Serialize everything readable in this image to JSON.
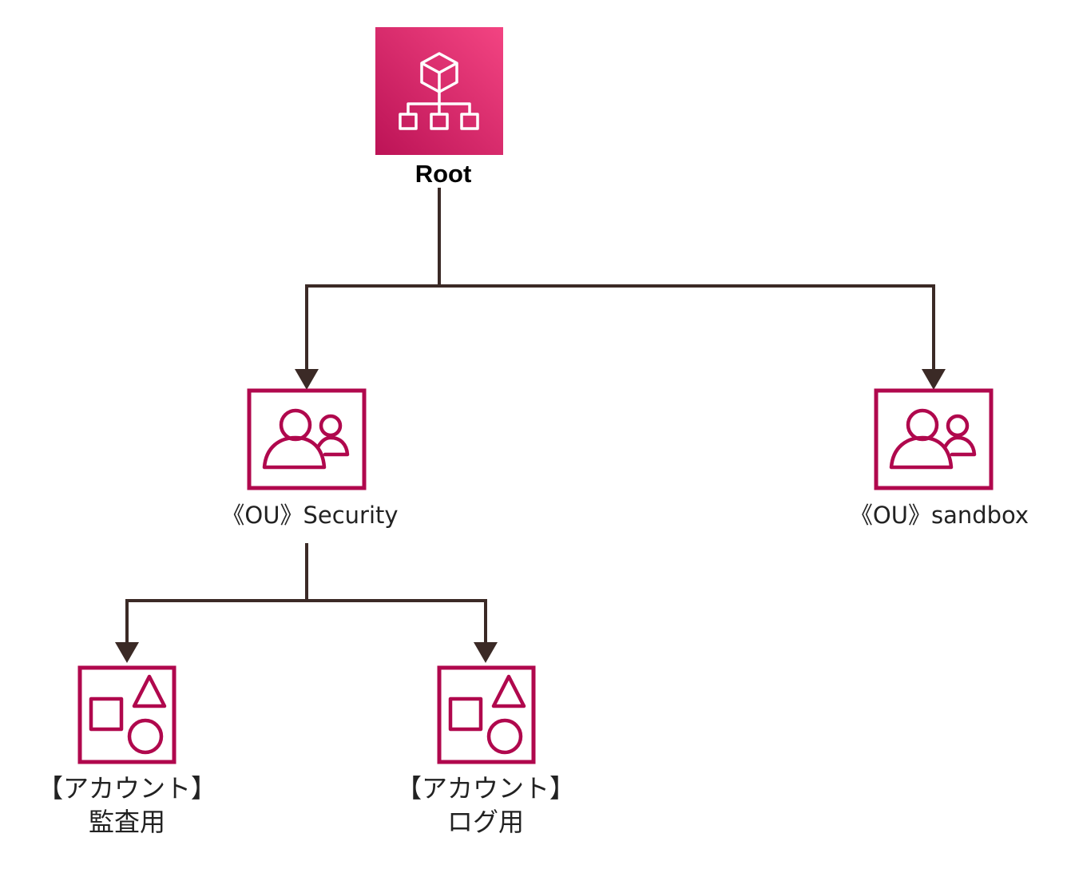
{
  "colors": {
    "accent": "#b0084d",
    "root_gradient_top": "#f34482",
    "root_gradient_bottom": "#bc1356",
    "connector": "#3b2a26",
    "text": "#222222"
  },
  "nodes": {
    "root": {
      "label": "Root",
      "icon": "organizations-icon"
    },
    "ou_security": {
      "label": "《OU》Security",
      "icon": "ou-users-icon"
    },
    "ou_sandbox": {
      "label": "《OU》sandbox",
      "icon": "ou-users-icon"
    },
    "account_audit": {
      "label_line1": "【アカウント】",
      "label_line2": "監査用",
      "icon": "account-shapes-icon"
    },
    "account_log": {
      "label_line1": "【アカウント】",
      "label_line2": "ログ用",
      "icon": "account-shapes-icon"
    }
  },
  "edges": [
    {
      "from": "root",
      "to": "ou_security"
    },
    {
      "from": "root",
      "to": "ou_sandbox"
    },
    {
      "from": "ou_security",
      "to": "account_audit"
    },
    {
      "from": "ou_security",
      "to": "account_log"
    }
  ]
}
